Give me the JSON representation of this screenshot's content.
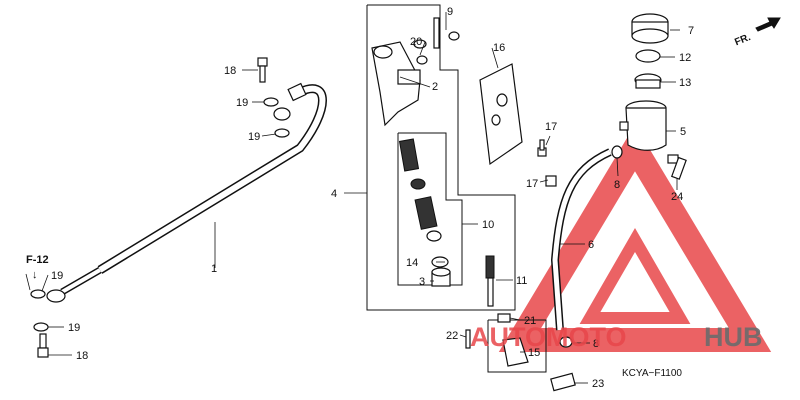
{
  "diagram": {
    "callouts": [
      "1",
      "2",
      "3",
      "4",
      "5",
      "6",
      "7",
      "8",
      "8",
      "9",
      "10",
      "11",
      "12",
      "13",
      "14",
      "15",
      "16",
      "17",
      "17",
      "18",
      "18",
      "19",
      "19",
      "19",
      "19",
      "20",
      "21",
      "22",
      "23",
      "24"
    ],
    "reference_label": "F-12",
    "drawing_code": "KCYA−F1100",
    "direction_label": "FR."
  },
  "watermark": {
    "text_red": "AUTOMOTO",
    "text_gray": "HUB",
    "color_red": "#e8474a",
    "color_gray": "#6b6b6b"
  }
}
